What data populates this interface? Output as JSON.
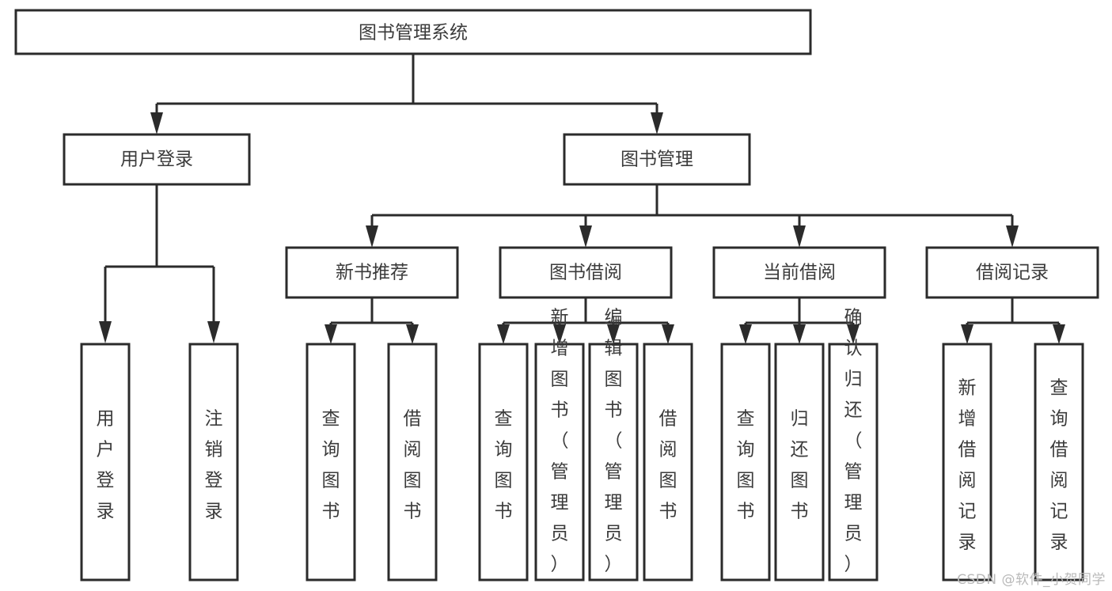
{
  "diagram": {
    "type": "tree",
    "title": "图书管理系统",
    "watermark": "CSDN @软件_小贺同学",
    "colors": {
      "box_stroke": "#2b2b2b",
      "box_fill": "#ffffff",
      "text": "#3b3b3b",
      "background": "#ffffff",
      "watermark": "#b9b9b9"
    },
    "levels": {
      "root": {
        "label": "图书管理系统"
      },
      "level2": [
        {
          "label": "用户登录"
        },
        {
          "label": "图书管理"
        }
      ],
      "level3": [
        {
          "label": "新书推荐"
        },
        {
          "label": "图书借阅"
        },
        {
          "label": "当前借阅"
        },
        {
          "label": "借阅记录"
        }
      ],
      "leaves": {
        "user_login": [
          {
            "label": "用户登录"
          },
          {
            "label": "注销登录"
          }
        ],
        "new_book_recommend": [
          {
            "label": "查询图书"
          },
          {
            "label": "借阅图书"
          }
        ],
        "book_borrow": [
          {
            "label": "查询图书"
          },
          {
            "label": "新增图书（管理员）"
          },
          {
            "label": "编辑图书（管理员）"
          },
          {
            "label": "借阅图书"
          }
        ],
        "current_borrow": [
          {
            "label": "查询图书"
          },
          {
            "label": "归还图书"
          },
          {
            "label": "确认归还（管理员）"
          }
        ],
        "borrow_record": [
          {
            "label": "新增借阅记录"
          },
          {
            "label": "查询借阅记录"
          }
        ]
      }
    }
  }
}
